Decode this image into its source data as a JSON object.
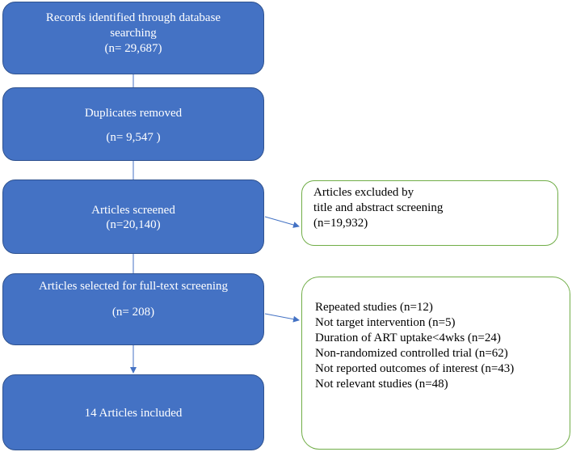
{
  "flow": {
    "box1": {
      "lines": [
        "Records identified through database",
        "searching",
        "(n= 29,687)"
      ]
    },
    "box2": {
      "title": "Duplicates removed",
      "count": "(n= 9,547 )"
    },
    "box3": {
      "title": "Articles screened",
      "count": "(n=20,140)"
    },
    "box4": {
      "title": "Articles selected for full-text screening",
      "count": "(n= 208)"
    },
    "box5": {
      "title": "14 Articles included"
    }
  },
  "exclusions": {
    "screening": {
      "lines": [
        "Articles excluded by",
        "title and abstract screening",
        "(n=19,932)"
      ]
    },
    "fulltext": {
      "items": [
        "Repeated studies (n=12)",
        "Not target intervention (n=5)",
        "Duration of ART uptake<4wks (n=24)",
        "Non-randomized controlled trial (n=62)",
        "Not reported outcomes of interest (n=43)",
        "Not relevant studies (n=48)"
      ]
    }
  },
  "colors": {
    "box_fill": "#4472C4",
    "box_border": "#2F528F",
    "side_border": "#70AD47",
    "arrow": "#4472C4"
  }
}
